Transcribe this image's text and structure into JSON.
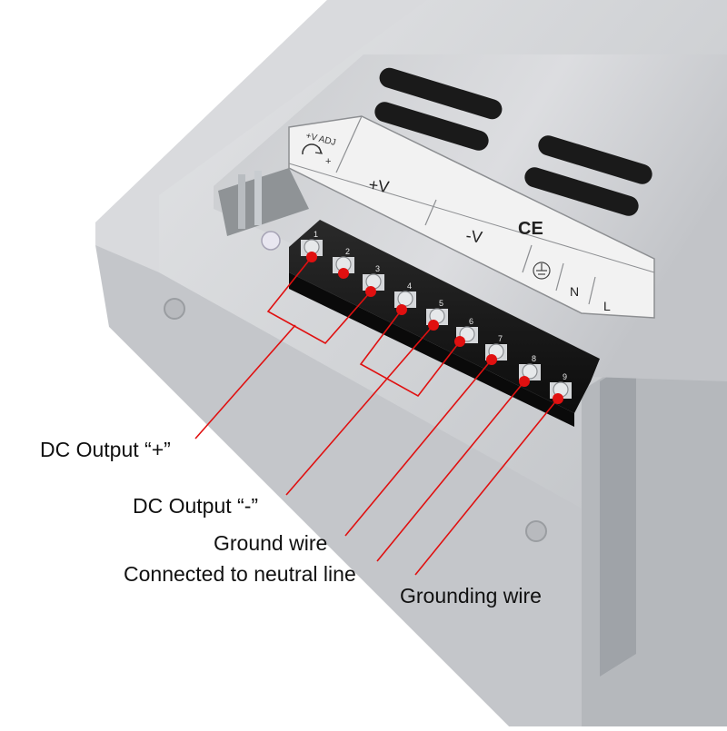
{
  "product": {
    "adj_label": "+V ADJ",
    "adj_mark": "+",
    "plus_v_label": "+V",
    "minus_v_label": "-V",
    "ce_mark": "CE",
    "n_label": "N",
    "l_label": "L",
    "terminal_numbers": [
      "1",
      "2",
      "3",
      "4",
      "5",
      "6",
      "7",
      "8",
      "9"
    ]
  },
  "annotations": {
    "dc_output_plus": "DC Output “+”",
    "dc_output_minus": "DC Output “-”",
    "ground_wire": "Ground wire",
    "neutral_line": "Connected to neutral line",
    "grounding_wire": "Grounding wire"
  },
  "colors": {
    "callout": "#e01010",
    "casing": "#cfd1d4",
    "terminal_block": "#161616",
    "label_panel": "#f2f2f2"
  }
}
